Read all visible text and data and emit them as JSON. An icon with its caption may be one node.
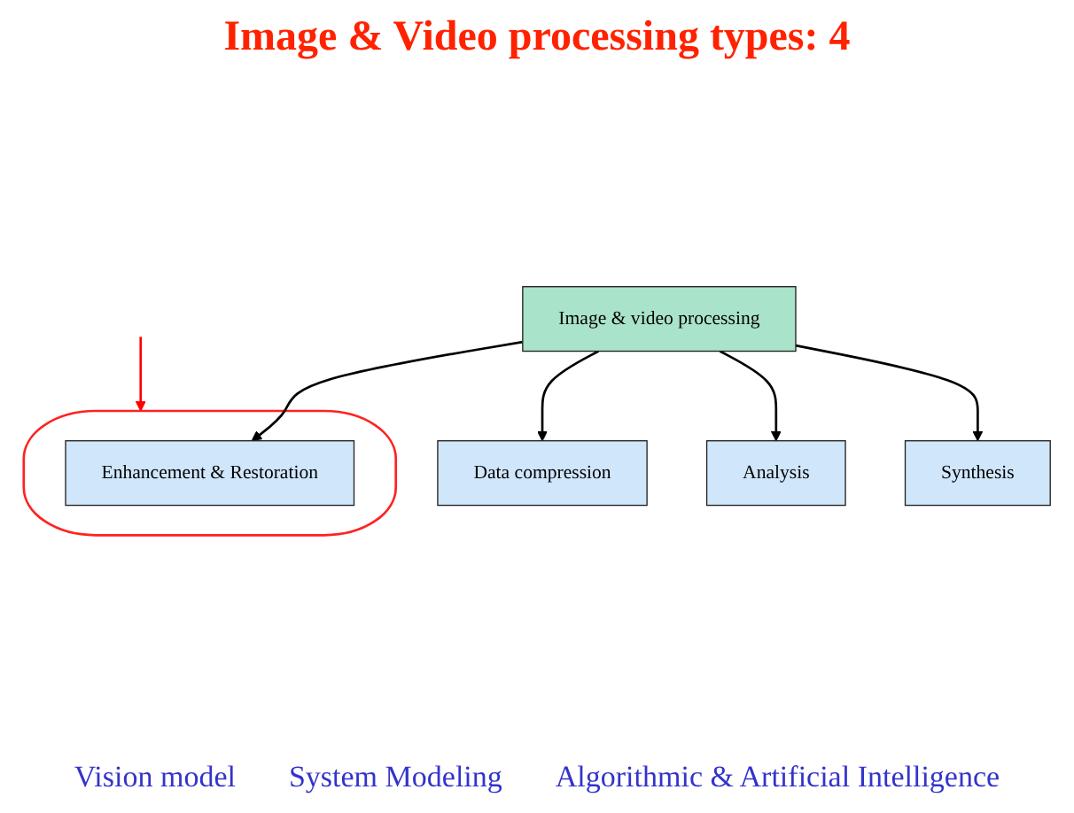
{
  "diagram": {
    "title": "Image & Video processing types: 4",
    "nodes": [
      {
        "text": [],
        "shape": "ellipse"
      },
      {
        "text": [
          "Enhancement & Restoration"
        ],
        "in": 0
      },
      {
        "text": [
          "Data compression"
        ]
      },
      {
        "text": [
          "Image & video processing"
        ]
      },
      {
        "text": [
          "Analysis"
        ]
      },
      {
        "text": [
          "Synthesis"
        ]
      }
    ],
    "edges": [
      {
        "from": null,
        "to": 0,
        "arrow": "to",
        "color": "#ff0000"
      },
      {
        "from": 3,
        "to": 1,
        "arrow": "to"
      },
      {
        "from": 3,
        "to": 2,
        "arrow": "to"
      },
      {
        "from": 3,
        "to": 4,
        "arrow": "to"
      },
      {
        "from": 3,
        "to": 5,
        "arrow": "to"
      }
    ],
    "labels": [
      "Vision model",
      "System Modeling",
      "Algorithmic & Artificial Intelligence"
    ]
  }
}
